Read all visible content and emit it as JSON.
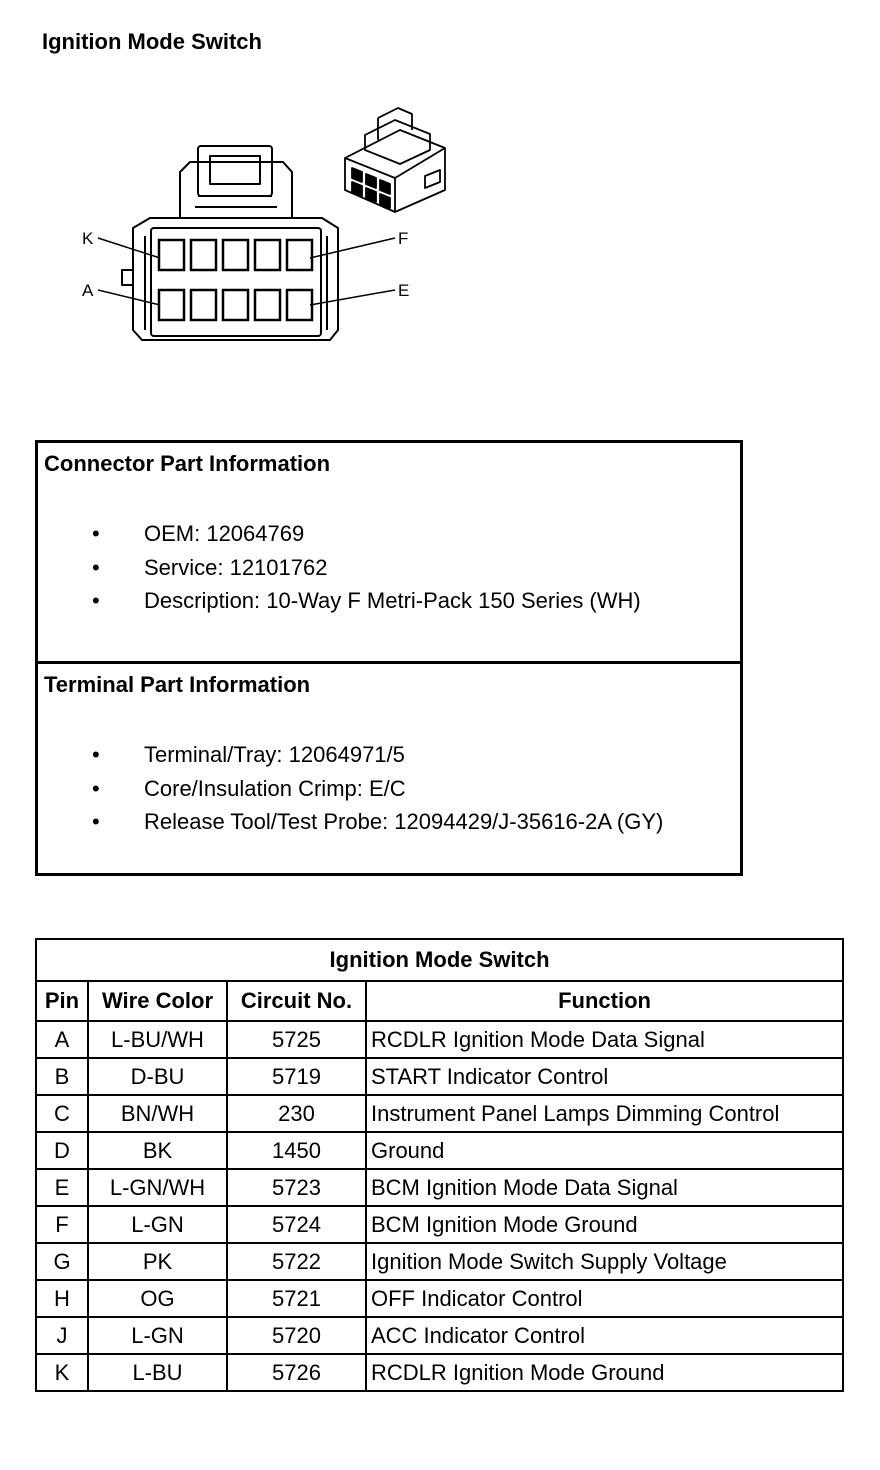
{
  "title": "Ignition Mode Switch",
  "diagram": {
    "labels": {
      "k": "K",
      "a": "A",
      "f": "F",
      "e": "E"
    }
  },
  "connector": {
    "heading": "Connector Part Information",
    "items": [
      "OEM: 12064769",
      "Service: 12101762",
      "Description: 10-Way F Metri-Pack 150 Series (WH)"
    ]
  },
  "terminal": {
    "heading": "Terminal Part Information",
    "items": [
      "Terminal/Tray: 12064971/5",
      "Core/Insulation Crimp: E/C",
      "Release Tool/Test Probe: 12094429/J-35616-2A (GY)"
    ]
  },
  "bullet": "•",
  "table": {
    "title": "Ignition Mode Switch",
    "headers": [
      "Pin",
      "Wire Color",
      "Circuit No.",
      "Function"
    ],
    "rows": [
      [
        "A",
        "L-BU/WH",
        "5725",
        "RCDLR Ignition Mode Data Signal"
      ],
      [
        "B",
        "D-BU",
        "5719",
        "START Indicator Control"
      ],
      [
        "C",
        "BN/WH",
        "230",
        "Instrument Panel Lamps Dimming Control"
      ],
      [
        "D",
        "BK",
        "1450",
        "Ground"
      ],
      [
        "E",
        "L-GN/WH",
        "5723",
        "BCM Ignition Mode Data Signal"
      ],
      [
        "F",
        "L-GN",
        "5724",
        "BCM Ignition Mode Ground"
      ],
      [
        "G",
        "PK",
        "5722",
        "Ignition Mode Switch Supply Voltage"
      ],
      [
        "H",
        "OG",
        "5721",
        "OFF Indicator Control"
      ],
      [
        "J",
        "L-GN",
        "5720",
        "ACC Indicator Control"
      ],
      [
        "K",
        "L-BU",
        "5726",
        "RCDLR Ignition Mode Ground"
      ]
    ]
  }
}
